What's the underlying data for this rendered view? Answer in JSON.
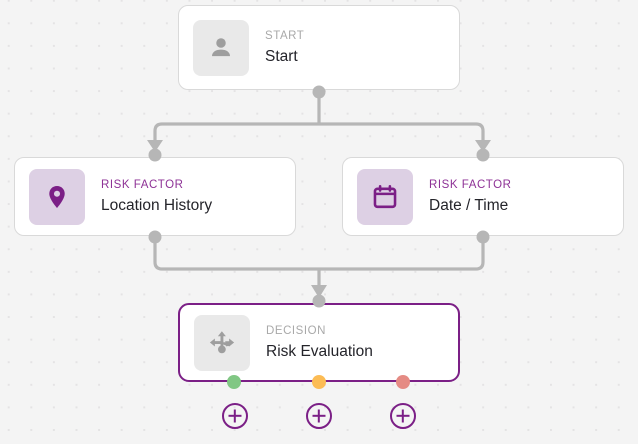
{
  "canvas": {
    "background_color": "#f4f4f4",
    "dot_color": "#e4e3e4",
    "edge_color": "#b6b6b6",
    "accent_color": "#7b1f86",
    "kind_purple": "#8e3296"
  },
  "nodes": {
    "start": {
      "kind": "START",
      "title": "Start",
      "icon": "person-icon"
    },
    "location": {
      "kind": "RISK FACTOR",
      "title": "Location History",
      "icon": "map-pin-icon"
    },
    "datetime": {
      "kind": "RISK FACTOR",
      "title": "Date / Time",
      "icon": "calendar-icon"
    },
    "decision": {
      "kind": "DECISION",
      "title": "Risk Evaluation",
      "icon": "branch-arrows-icon",
      "outputs": [
        {
          "name": "green",
          "color": "#81c784"
        },
        {
          "name": "amber",
          "color": "#fcbc55"
        },
        {
          "name": "red",
          "color": "#e58b84"
        }
      ]
    }
  },
  "add_buttons": [
    {
      "label": "+",
      "branch": "green"
    },
    {
      "label": "+",
      "branch": "amber"
    },
    {
      "label": "+",
      "branch": "red"
    }
  ]
}
